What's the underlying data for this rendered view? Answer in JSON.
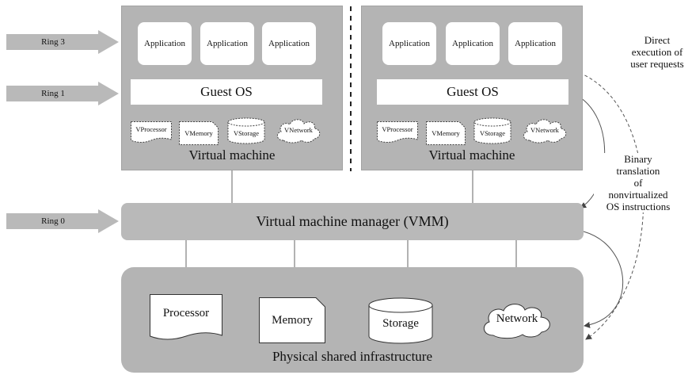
{
  "rings": {
    "ring3": "Ring 3",
    "ring1": "Ring 1",
    "ring0": "Ring 0"
  },
  "vm_left": {
    "applications": [
      "Application",
      "Application",
      "Application"
    ],
    "guest_os": "Guest OS",
    "resources": [
      "VProcessor",
      "VMemory",
      "VStorage",
      "VNetwork"
    ],
    "title": "Virtual machine"
  },
  "vm_right": {
    "applications": [
      "Application",
      "Application",
      "Application"
    ],
    "guest_os": "Guest OS",
    "resources": [
      "VProcessor",
      "VMemory",
      "VStorage",
      "VNetwork"
    ],
    "title": "Virtual machine"
  },
  "vmm": {
    "label": "Virtual machine manager (VMM)"
  },
  "infrastructure": {
    "title": "Physical shared infrastructure",
    "resources": [
      "Processor",
      "Memory",
      "Storage",
      "Network"
    ]
  },
  "notes": {
    "direct": [
      "Direct",
      "execution of",
      "user requests"
    ],
    "binary": [
      "Binary",
      "translation",
      "of",
      "nonvirtualized",
      "OS instructions"
    ]
  },
  "colors": {
    "box_gray": "#b4b4b4",
    "arrow_gray": "#b9b9b9",
    "line_gray": "#666666"
  }
}
